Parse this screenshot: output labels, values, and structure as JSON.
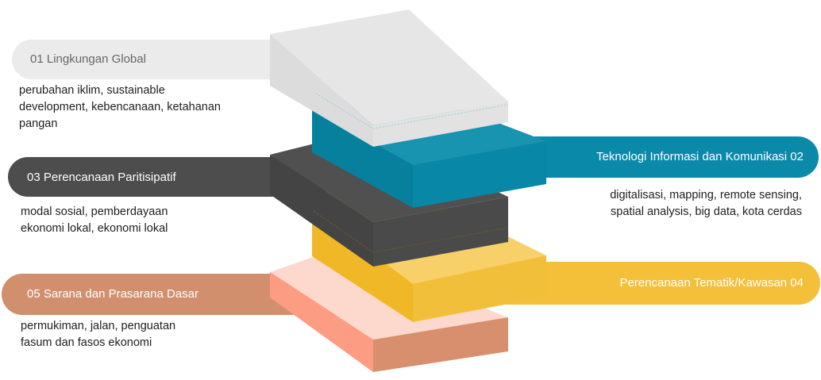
{
  "layers": [
    {
      "id": "01",
      "title": "01 Lingkungan Global",
      "description_lines": [
        "perubahan iklim, sustainable",
        "development, kebencanaan, ketahanan",
        "pangan"
      ],
      "color": "#e6e6e6"
    },
    {
      "id": "02",
      "title": "Teknologi Informasi dan Komunikasi 02",
      "description_lines": [
        "digitalisasi, mapping, remote sensing,",
        "spatial analysis, big data, kota cerdas"
      ],
      "color": "#0a8aa8"
    },
    {
      "id": "03",
      "title": "03 Perencanaan Paritisipatif",
      "description_lines": [
        "modal sosial, pemberdayaan",
        "ekonomi lokal, ekonomi lokal"
      ],
      "color": "#4d4d4d"
    },
    {
      "id": "04",
      "title": "Perencanaan Tematik/Kawasan 04",
      "description_lines": [],
      "color": "#f4c136"
    },
    {
      "id": "05",
      "title": "05 Sarana dan Prasarana Dasar",
      "description_lines": [
        "permukiman, jalan, penguatan",
        "fasum dan fasos ekonomi"
      ],
      "color": "#d8906c"
    }
  ]
}
